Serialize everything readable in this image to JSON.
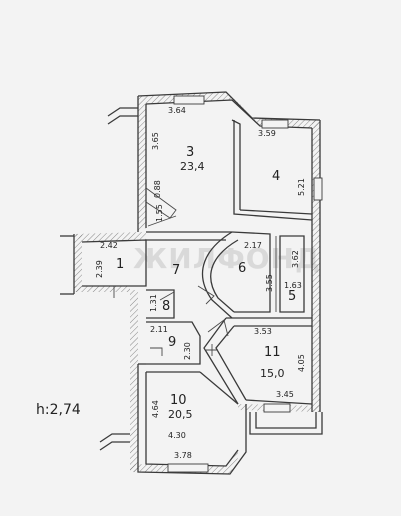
{
  "watermark": "ЖИЛФОНД",
  "ceiling_height": "h:2,74",
  "rooms": {
    "r1": {
      "number": "1"
    },
    "r3": {
      "number": "3",
      "area": "23,4"
    },
    "r4": {
      "number": "4"
    },
    "r5": {
      "number": "5"
    },
    "r6": {
      "number": "6"
    },
    "r7": {
      "number": "7"
    },
    "r8": {
      "number": "8"
    },
    "r9": {
      "number": "9"
    },
    "r10": {
      "number": "10",
      "area": "20,5"
    },
    "r11": {
      "number": "11",
      "area": "15,0"
    }
  },
  "dimensions": {
    "d_364": "3.64",
    "d_365": "3.65",
    "d_359": "3.59",
    "d_521": "5.21",
    "d_088": "0.88",
    "d_155": "1.55",
    "d_242": "2.42",
    "d_239": "2.39",
    "d_217": "2.17",
    "d_362": "3.62",
    "d_355": "3.55",
    "d_163": "1.63",
    "d_131": "1.31",
    "d_211": "2.11",
    "d_230": "2.30",
    "d_353": "3.53",
    "d_405": "4.05",
    "d_345": "3.45",
    "d_464": "4.64",
    "d_430": "4.30",
    "d_378": "3.78"
  },
  "colors": {
    "line": "#3a3a3a",
    "paper": "#f3f3f3"
  }
}
